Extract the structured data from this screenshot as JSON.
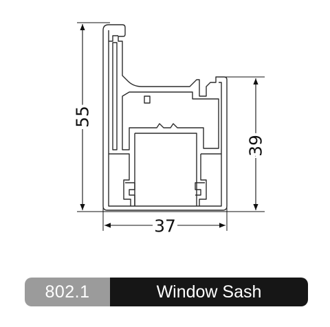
{
  "dimensions": {
    "height_total": "55",
    "height_inner": "39",
    "width": "37"
  },
  "caption": {
    "code": "802.1",
    "title": "Window Sash"
  },
  "colors": {
    "profile_stroke": "#2b2b2b",
    "dimension_line": "#111111",
    "code_background": "#9b9b9b",
    "title_background": "#161616",
    "caption_text": "#ffffff"
  }
}
